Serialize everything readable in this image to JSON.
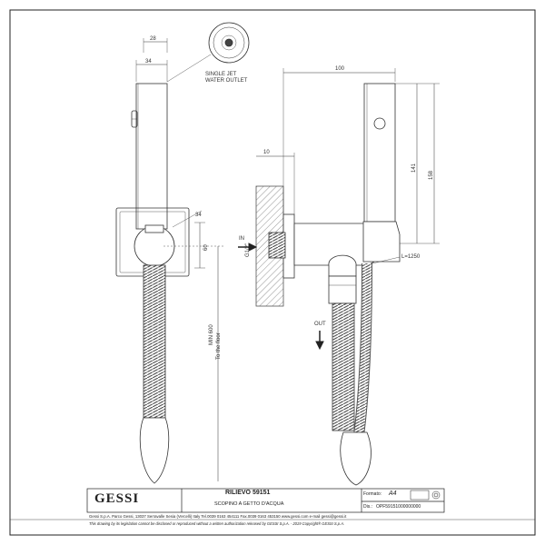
{
  "dimensions": {
    "d28": "28",
    "d34_top": "34",
    "d34_diag": "34",
    "d60": "60",
    "d100": "100",
    "d10": "10",
    "d141": "141",
    "d158": "158",
    "g12": "G1/2\"",
    "min600": "MIN 600",
    "to_floor": "To the floor",
    "hose_len": "L=1250"
  },
  "notes": {
    "single_jet_l1": "SINGLE JET",
    "single_jet_l2": "WATER OUTLET",
    "in": "IN",
    "out": "OUT"
  },
  "title_block": {
    "logo": "GESSI",
    "product": "RILIEVO 59151",
    "description": "SCOPINO A GETTO D'ACQUA",
    "formato_label": "Formato:",
    "formato_value": "A4",
    "dis_label": "Dis.:",
    "dis_value": "OPF59151000000000",
    "address": "Gessi S.p.A. Parco Gessi, 13037 Serravalle Sesia (Vercelli) Italy Tel.0039 0163 454111 Fax.0039 0163 453150 www.gessi.com e-mail gessi@gessi.it",
    "legal": "This drawing by its legislation cannot be disclosed or reproduced without a written authorization released by GESSI S.p.A. - 2019 Copyright® GESSI S.p.A."
  }
}
